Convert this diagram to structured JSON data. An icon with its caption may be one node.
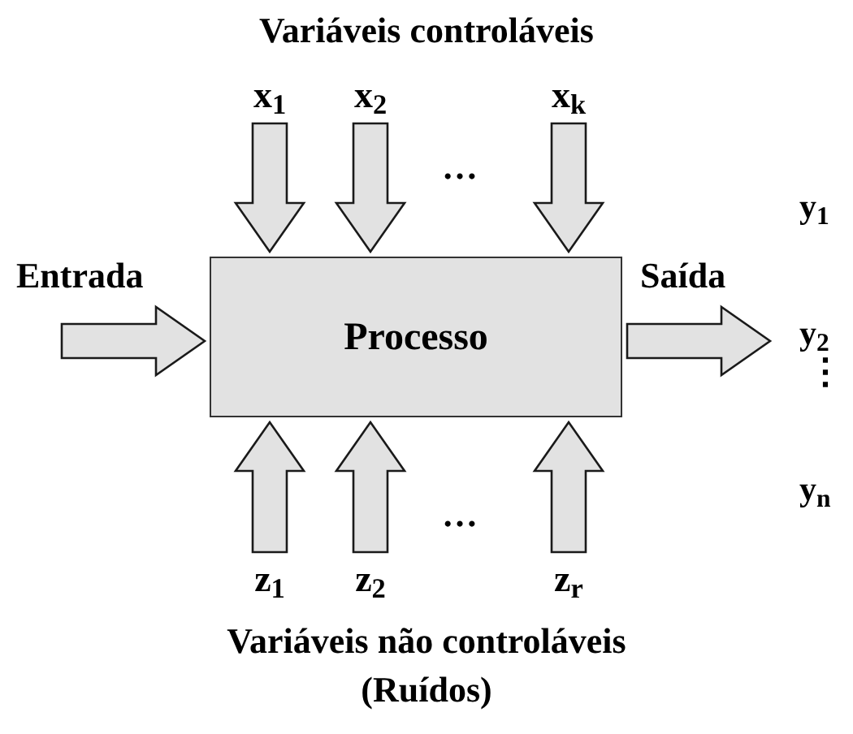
{
  "diagram": {
    "title": "Variáveis controláveis",
    "caption": "Variáveis não controláveis (Ruídos)",
    "nodes": [
      {
        "text": [
          "x$_{1}$"
        ]
      },
      {
        "text": [
          "x$_{2}$"
        ]
      },
      {
        "text": [
          "x$_{k}$"
        ]
      },
      {
        "text": [
          "Processo"
        ]
      },
      {
        "text": [
          "z$_{1}$"
        ]
      },
      {
        "text": [
          "z$_{2}$"
        ]
      },
      {
        "text": [
          "z$_{r}$"
        ]
      }
    ],
    "edges": [
      {
        "from": 0,
        "to": 3,
        "arrow": "to"
      },
      {
        "from": 1,
        "to": 3,
        "arrow": "to"
      },
      {
        "from": 2,
        "to": 3,
        "arrow": "to"
      },
      {
        "from": null,
        "to": 3,
        "arrow": "to",
        "label": "Entrada"
      },
      {
        "from": 3,
        "to": null,
        "arrow": "to",
        "label": "Saída"
      },
      {
        "from": 4,
        "to": 3,
        "arrow": "to"
      },
      {
        "from": 5,
        "to": 3,
        "arrow": "to"
      },
      {
        "from": 6,
        "to": 3,
        "arrow": "to"
      }
    ],
    "labels": [
      "…",
      "y$_{1}$",
      "y$_{2}$",
      "⋮",
      "y$_{n}$",
      "…"
    ]
  }
}
